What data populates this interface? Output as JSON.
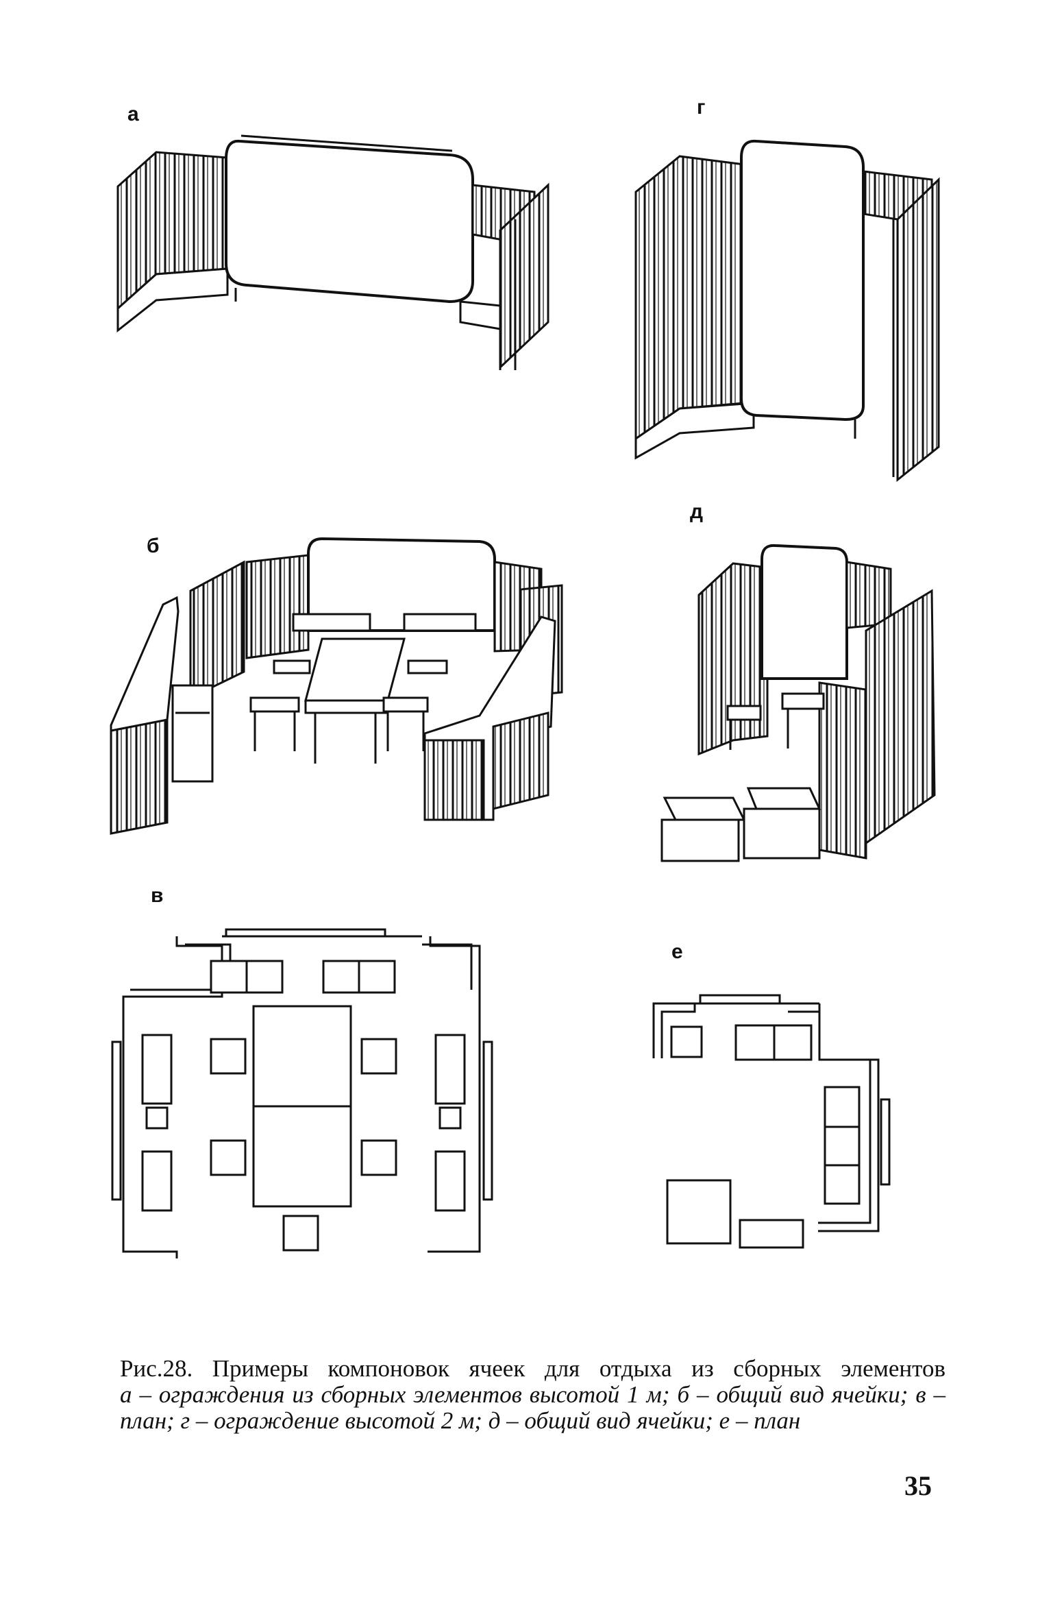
{
  "figure": {
    "panels": {
      "a": "а",
      "b": "б",
      "v": "в",
      "g": "г",
      "d": "д",
      "e": "е"
    }
  },
  "caption": {
    "title": "Рис.28. Примеры компоновок ячеек для отдыха из сборных элементов",
    "body": "а – ограждения из сборных элементов высотой 1 м; б – общий вид ячейки; в – план; г – ограждение высотой 2 м; д – общий вид ячейки; е – план"
  },
  "page_number": "35"
}
